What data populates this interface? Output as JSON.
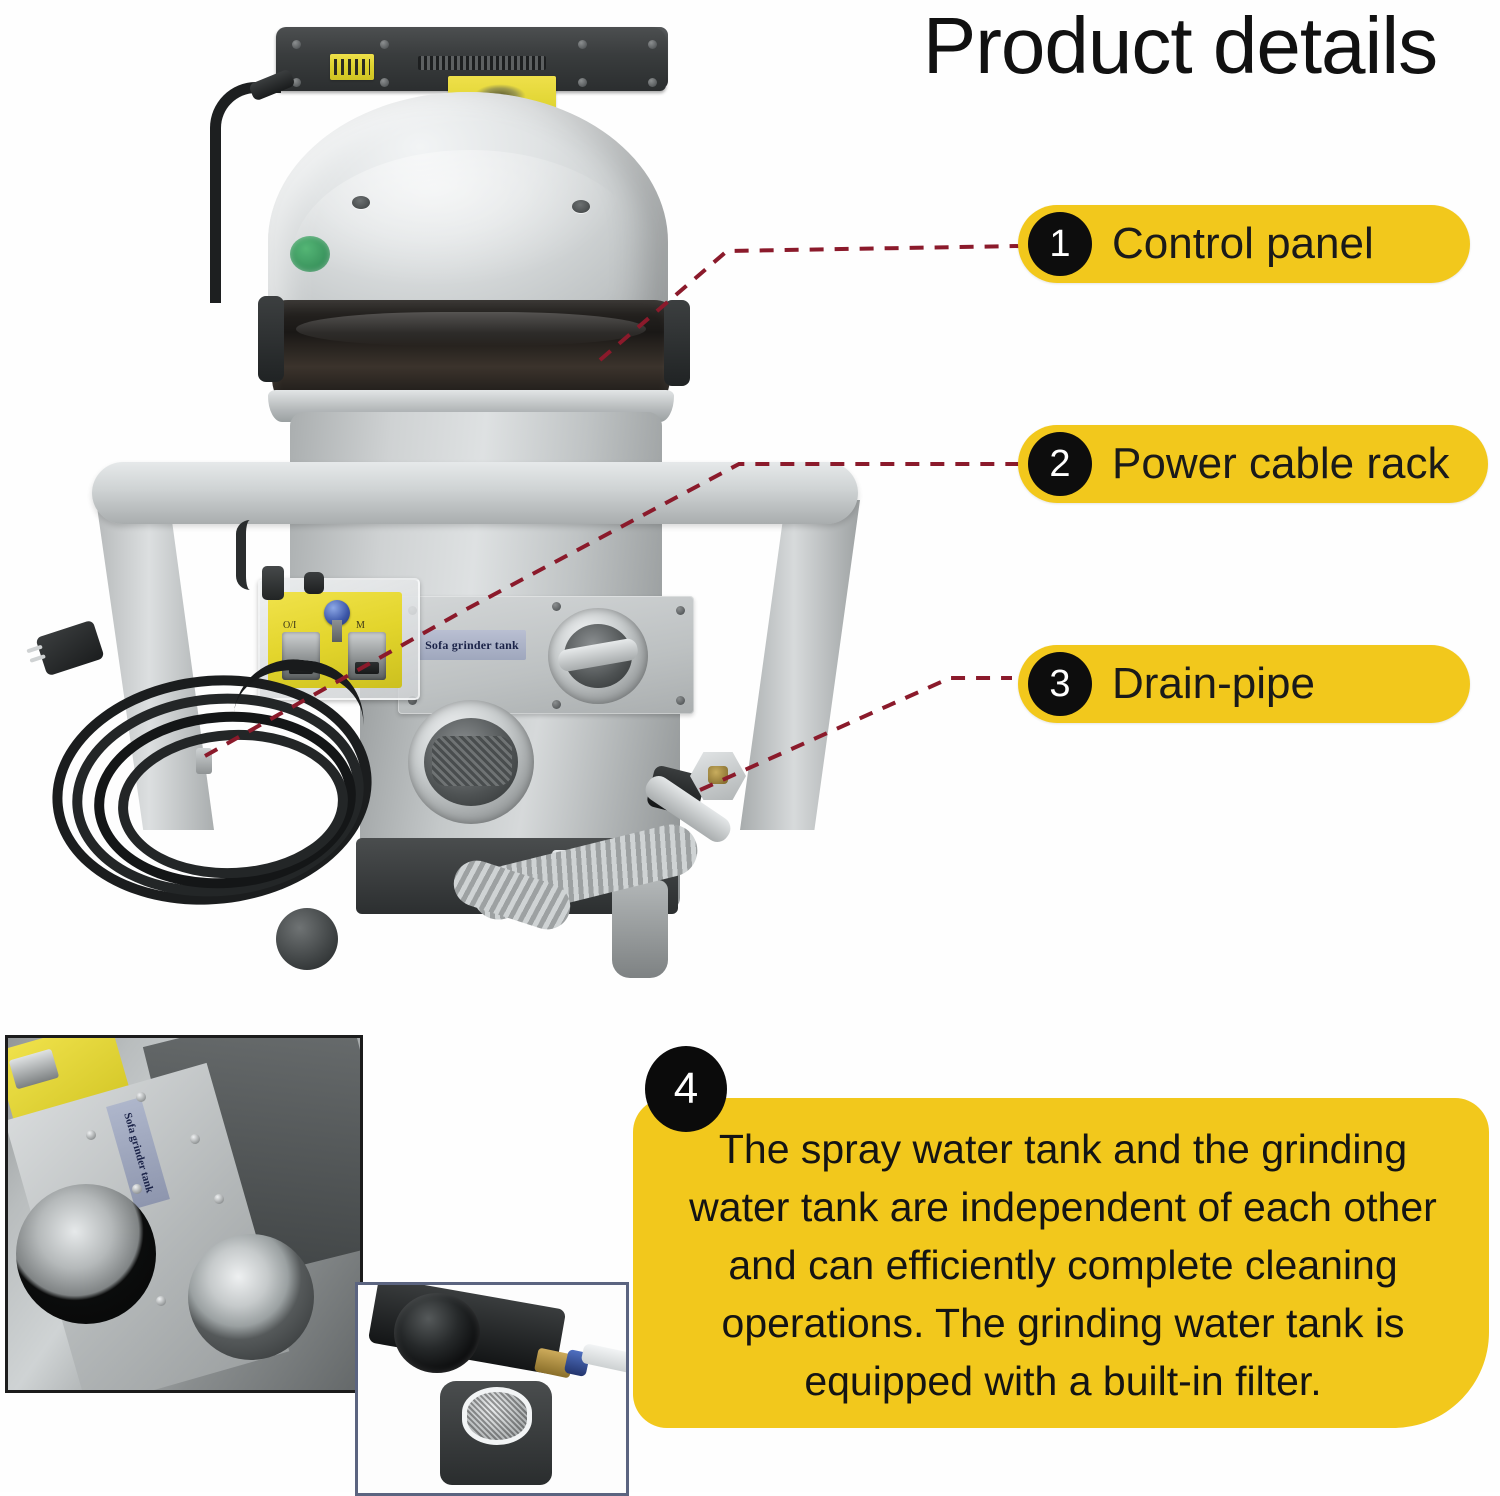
{
  "page": {
    "title": "Product details",
    "background_color": "#ffffff",
    "accent_color": "#F2C81C",
    "badge_color": "#0d0d0d",
    "leader_line_color": "#8B1A2B"
  },
  "callouts": [
    {
      "number": "1",
      "label": "Control panel"
    },
    {
      "number": "2",
      "label": "Power cable rack"
    },
    {
      "number": "3",
      "label": "Drain-pipe"
    }
  ],
  "note": {
    "number": "4",
    "text": "The spray water tank and the grinding water tank are independent of each other and can efficiently complete cleaning operations. The grinding water tank is equipped with a built-in filter."
  },
  "product_photo": {
    "name": "sofa-grinder-extractor-machine",
    "tank_plate_text": "Sofa grinder tank",
    "control_panel_markings": [
      "O/I",
      "M"
    ]
  },
  "insets": [
    {
      "name": "tank-openings-closeup",
      "tank_plate_text": "Sofa grinder tank"
    },
    {
      "name": "drain-fitting-and-filter-closeup"
    }
  ]
}
